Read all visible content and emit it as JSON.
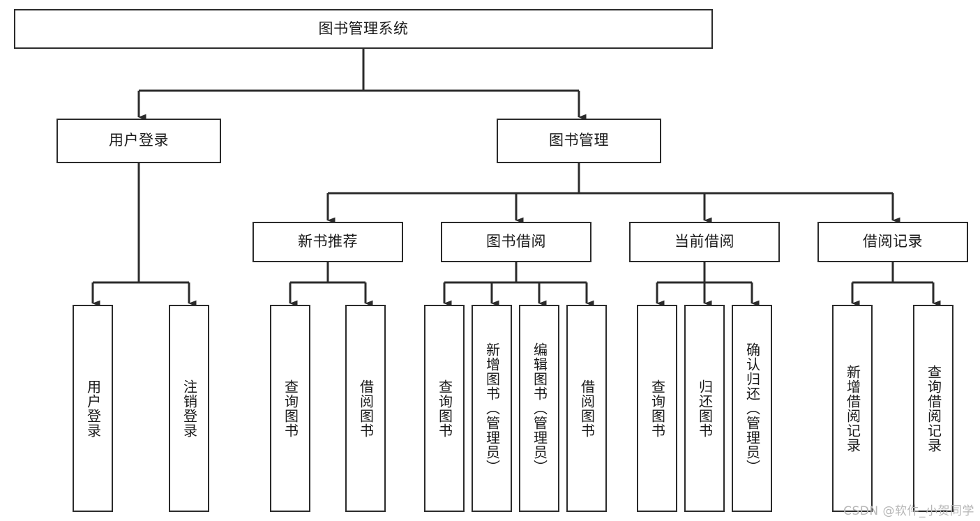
{
  "diagram": {
    "title": "图书管理系统",
    "watermark": "CSDN @软件_小贺同学",
    "colors": {
      "border": "#2b2b2b",
      "background": "#ffffff",
      "text": "#1a1a1a",
      "watermark": "#b6b6b6"
    },
    "root": {
      "label": "图书管理系统"
    },
    "level2": [
      {
        "label": "用户登录"
      },
      {
        "label": "图书管理"
      }
    ],
    "level3": [
      {
        "label": "新书推荐"
      },
      {
        "label": "图书借阅"
      },
      {
        "label": "当前借阅"
      },
      {
        "label": "借阅记录"
      }
    ],
    "leaves": {
      "user_login": [
        {
          "label": "用户登录"
        },
        {
          "label": "注销登录"
        }
      ],
      "new_book": [
        {
          "label": "查询图书"
        },
        {
          "label": "借阅图书"
        }
      ],
      "borrow_book": [
        {
          "label": "查询图书"
        },
        {
          "label": "新增图书（管理员）"
        },
        {
          "label": "编辑图书（管理员）"
        },
        {
          "label": "借阅图书"
        }
      ],
      "current_borrow": [
        {
          "label": "查询图书"
        },
        {
          "label": "归还图书"
        },
        {
          "label": "确认归还（管理员）"
        }
      ],
      "borrow_record": [
        {
          "label": "新增借阅记录"
        },
        {
          "label": "查询借阅记录"
        }
      ]
    }
  }
}
